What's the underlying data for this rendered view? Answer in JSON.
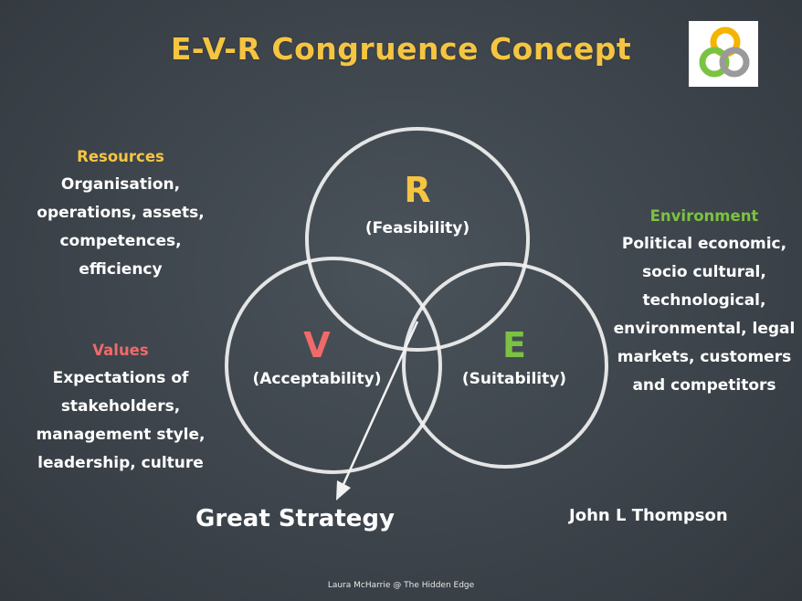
{
  "title": "E-V-R Congruence Concept",
  "colors": {
    "title": "#f5c542",
    "resources": "#f5c542",
    "values": "#f06a6a",
    "environment": "#7cc242",
    "chalk": "#ffffff"
  },
  "logo": {
    "icon": "interlocking-rings-logo"
  },
  "circles": {
    "r": {
      "letter": "R",
      "label": "(Feasibility)"
    },
    "v": {
      "letter": "V",
      "label": "(Acceptability)"
    },
    "e": {
      "letter": "E",
      "label": "(Suitability)"
    }
  },
  "resources": {
    "heading": "Resources",
    "lines": [
      "Organisation,",
      "operations, assets,",
      "competences,",
      "efficiency"
    ]
  },
  "values": {
    "heading": "Values",
    "lines": [
      "Expectations of",
      "stakeholders,",
      "management style,",
      "leadership, culture"
    ]
  },
  "environment": {
    "heading": "Environment",
    "lines": [
      "Political economic,",
      "socio cultural,",
      "technological,",
      "environmental, legal",
      "markets, customers",
      "and competitors"
    ]
  },
  "result": "Great Strategy",
  "author": "John L Thompson",
  "footer": "Laura McHarrie @ The Hidden Edge"
}
